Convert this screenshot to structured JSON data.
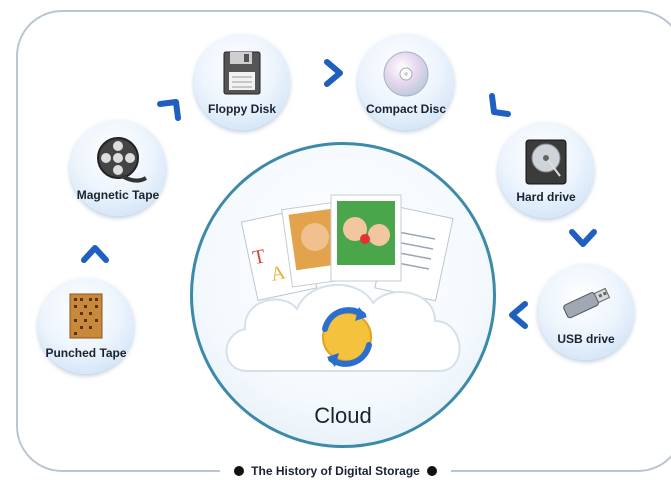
{
  "nodes": {
    "punched_tape": {
      "label": "Punched Tape"
    },
    "magnetic_tape": {
      "label": "Magnetic Tape"
    },
    "floppy_disk": {
      "label": "Floppy Disk"
    },
    "compact_disc": {
      "label": "Compact Disc"
    },
    "hard_drive": {
      "label": "Hard drive"
    },
    "usb_drive": {
      "label": "USB drive"
    }
  },
  "center": {
    "label": "Cloud"
  },
  "caption": "The History of Digital Storage",
  "colors": {
    "arrow": "#1f5fc0",
    "frame": "#b9c5d2",
    "center_ring": "#3b8aa8"
  }
}
